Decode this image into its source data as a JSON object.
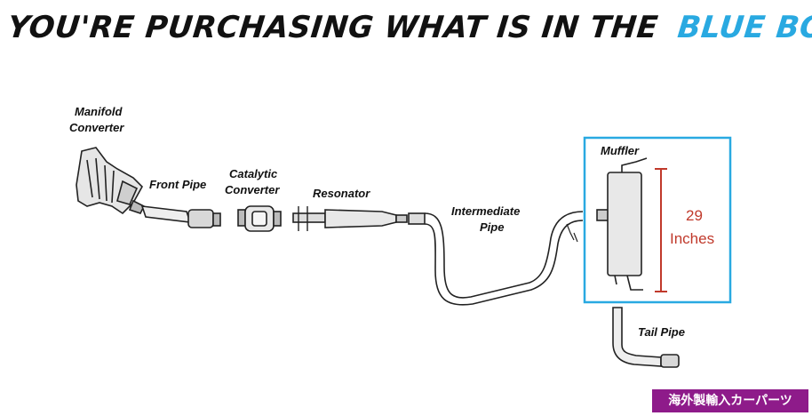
{
  "headline": {
    "main": "YOU'RE PURCHASING WHAT IS IN THE",
    "highlight": "BLUE BOX"
  },
  "parts": {
    "manifold_line1": "Manifold",
    "manifold_line2": "Converter",
    "front_pipe": "Front Pipe",
    "catalytic_line1": "Catalytic",
    "catalytic_line2": "Converter",
    "resonator": "Resonator",
    "intermediate_line1": "Intermediate",
    "intermediate_line2": "Pipe",
    "muffler": "Muffler",
    "tail_pipe": "Tail Pipe"
  },
  "dimension": {
    "value": "29",
    "unit": "Inches"
  },
  "watermark": "海外製輸入カーパーツ",
  "colors": {
    "highlight": "#29a9e1",
    "dimension": "#c0392b",
    "badge": "#8e1b8a"
  }
}
